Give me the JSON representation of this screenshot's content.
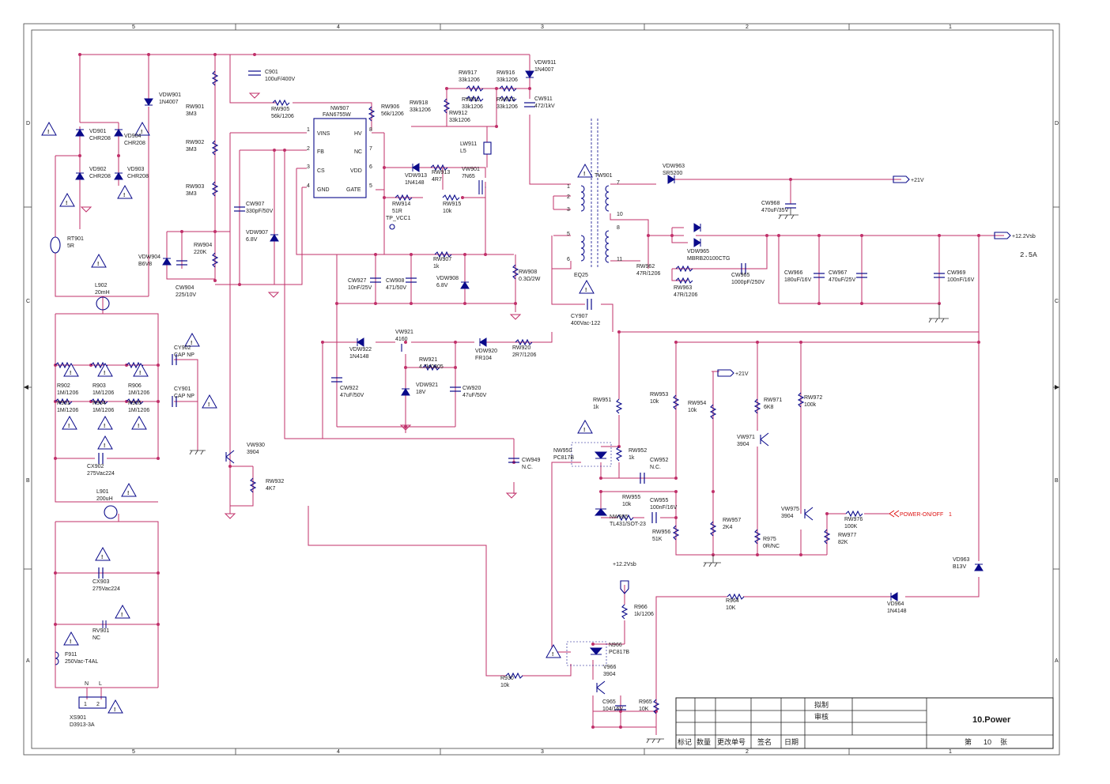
{
  "border": {
    "columns": [
      "5",
      "4",
      "3",
      "2",
      "1"
    ],
    "rows": [
      "D",
      "C",
      "B",
      "A"
    ]
  },
  "nets": {
    "v21": "+21V",
    "v12": "+12.2Vsb",
    "v12b": "+12.2Vsb",
    "current": "2.5A",
    "power_onoff": "POWER-ON/OFF",
    "power_onoff_pin": "1"
  },
  "ic": {
    "ref": "NW907",
    "part": "FAN6755W",
    "pins_left": [
      "VINS",
      "FB",
      "CS",
      "GND"
    ],
    "pins_right": [
      "HV",
      "NC",
      "VDD",
      "GATE"
    ],
    "pin_nums_left": [
      "1",
      "2",
      "3",
      "4"
    ],
    "pin_nums_right": [
      "8",
      "7",
      "6",
      "5"
    ]
  },
  "components": [
    {
      "ref": "C901",
      "val": "100uF/400V"
    },
    {
      "ref": "VDW901",
      "val": "1N4007"
    },
    {
      "ref": "VD901",
      "val": "CHR208"
    },
    {
      "ref": "VD904",
      "val": "CHR208"
    },
    {
      "ref": "VD902",
      "val": "CHR208"
    },
    {
      "ref": "VD903",
      "val": "CHR208"
    },
    {
      "ref": "RW901",
      "val": "3M3"
    },
    {
      "ref": "RW902",
      "val": "3M3"
    },
    {
      "ref": "RW903",
      "val": "3M3"
    },
    {
      "ref": "RW904",
      "val": "220K"
    },
    {
      "ref": "RW905",
      "val": "56k/1206"
    },
    {
      "ref": "RW906",
      "val": "56k/1206"
    },
    {
      "ref": "RT901",
      "val": "5R"
    },
    {
      "ref": "VDW904",
      "val": "B6V8"
    },
    {
      "ref": "CW904",
      "val": "225/10V"
    },
    {
      "ref": "CW907",
      "val": "330pF/50V"
    },
    {
      "ref": "VDW907",
      "val": "6.8V"
    },
    {
      "ref": "L902",
      "val": "20mH"
    },
    {
      "ref": "CY902",
      "val": "CAP NP"
    },
    {
      "ref": "CY901",
      "val": "CAP NP"
    },
    {
      "ref": "R902",
      "val": "1M/1206"
    },
    {
      "ref": "R903",
      "val": "1M/1206"
    },
    {
      "ref": "R906",
      "val": "1M/1206"
    },
    {
      "ref": "R901",
      "val": "1M/1206"
    },
    {
      "ref": "R904",
      "val": "1M/1206"
    },
    {
      "ref": "R905",
      "val": "1M/1206"
    },
    {
      "ref": "CX902",
      "val": "275Vac224"
    },
    {
      "ref": "L901",
      "val": "200uH"
    },
    {
      "ref": "CX903",
      "val": "275Vac224"
    },
    {
      "ref": "RV901",
      "val": "NC"
    },
    {
      "ref": "F911",
      "val": "250Vac-T4AL"
    },
    {
      "ref": "XS901",
      "val": "D3913-3A"
    },
    {
      "ref": "RW917",
      "val": "33k1206"
    },
    {
      "ref": "RW916",
      "val": "33k1206"
    },
    {
      "ref": "RW918",
      "val": "33k1206"
    },
    {
      "ref": "RW911",
      "val": "33k1206"
    },
    {
      "ref": "RW910",
      "val": "33k1206"
    },
    {
      "ref": "RW912",
      "val": "33k1206"
    },
    {
      "ref": "VDW911",
      "val": "1N4007"
    },
    {
      "ref": "CW911",
      "val": "472/1kV"
    },
    {
      "ref": "LW911",
      "val": "L5"
    },
    {
      "ref": "VDW913",
      "val": "1N4148"
    },
    {
      "ref": "RW913",
      "val": "4R7"
    },
    {
      "ref": "VW901",
      "val": "7N65"
    },
    {
      "ref": "RW914",
      "val": "51R"
    },
    {
      "ref": "RW915",
      "val": "10k"
    },
    {
      "ref": "TP_VCC1",
      "val": ""
    },
    {
      "ref": "RW907",
      "val": "1k"
    },
    {
      "ref": "RW908",
      "val": "0.3Ω/2W"
    },
    {
      "ref": "CW927",
      "val": "10nF/25V"
    },
    {
      "ref": "CW908",
      "val": "471/50V"
    },
    {
      "ref": "VDW908",
      "val": "6.8V"
    },
    {
      "ref": "EQ25",
      "val": ""
    },
    {
      "ref": "CY907",
      "val": "400Vac-122"
    },
    {
      "ref": "TW901",
      "val": ""
    },
    {
      "ref": "VDW963",
      "val": "SR5200"
    },
    {
      "ref": "CW968",
      "val": "470uF/35V"
    },
    {
      "ref": "VDW965",
      "val": "MBRB20100CTG"
    },
    {
      "ref": "RW962",
      "val": "47R/1206"
    },
    {
      "ref": "RW963",
      "val": "47R/1206"
    },
    {
      "ref": "CW965",
      "val": "1000pF/250V"
    },
    {
      "ref": "CW966",
      "val": "180uF/16V"
    },
    {
      "ref": "CW967",
      "val": "470uF/25V"
    },
    {
      "ref": "CW969",
      "val": "100nF/16V"
    },
    {
      "ref": "VW921",
      "val": "4160"
    },
    {
      "ref": "VDW922",
      "val": "1N4148"
    },
    {
      "ref": "VDW920",
      "val": "FR104"
    },
    {
      "ref": "RW920",
      "val": "2R7/1206"
    },
    {
      "ref": "RW921",
      "val": "4.7k/0805"
    },
    {
      "ref": "VDW921",
      "val": "18V"
    },
    {
      "ref": "CW922",
      "val": "47uF/50V"
    },
    {
      "ref": "CW920",
      "val": "47uF/50V"
    },
    {
      "ref": "VW930",
      "val": "3904"
    },
    {
      "ref": "RW932",
      "val": "4K7"
    },
    {
      "ref": "CW949",
      "val": "N.C."
    },
    {
      "ref": "NW950",
      "val": "PC817B"
    },
    {
      "ref": "RW951",
      "val": "1k"
    },
    {
      "ref": "RW952",
      "val": "1k"
    },
    {
      "ref": "CW952",
      "val": "N.C."
    },
    {
      "ref": "RW953",
      "val": "10k"
    },
    {
      "ref": "RW954",
      "val": "10k"
    },
    {
      "ref": "RW971",
      "val": "6K8"
    },
    {
      "ref": "RW972",
      "val": "100k"
    },
    {
      "ref": "VW971",
      "val": "3904"
    },
    {
      "ref": "RW955",
      "val": "10k"
    },
    {
      "ref": "CW955",
      "val": "100nF/16V"
    },
    {
      "ref": "NW955",
      "val": "TL431/SOT-23"
    },
    {
      "ref": "RW956",
      "val": "51K"
    },
    {
      "ref": "RW957",
      "val": "2K4"
    },
    {
      "ref": "R975",
      "val": "0R/NC"
    },
    {
      "ref": "VW975",
      "val": "3904"
    },
    {
      "ref": "RW976",
      "val": "100K"
    },
    {
      "ref": "RW977",
      "val": "82K"
    },
    {
      "ref": "VD963",
      "val": "B13V"
    },
    {
      "ref": "R964",
      "val": "10K"
    },
    {
      "ref": "VD964",
      "val": "1N4148"
    },
    {
      "ref": "R966",
      "val": "1k/1206"
    },
    {
      "ref": "N966",
      "val": "PC817B"
    },
    {
      "ref": "V966",
      "val": "3904"
    },
    {
      "ref": "C965",
      "val": "104/16V"
    },
    {
      "ref": "R965",
      "val": "10K"
    },
    {
      "ref": "R930",
      "val": "10k"
    }
  ],
  "xs_pins": [
    "N",
    "L",
    "1",
    "2"
  ],
  "title_block": {
    "drafted": "拟制",
    "checked": "审核",
    "title": "10.Power",
    "headers": [
      "标记",
      "数量",
      "更改单号",
      "签名",
      "日期"
    ],
    "sheet_prefix": "第",
    "sheet_no": "10",
    "sheet_suffix": "张"
  }
}
